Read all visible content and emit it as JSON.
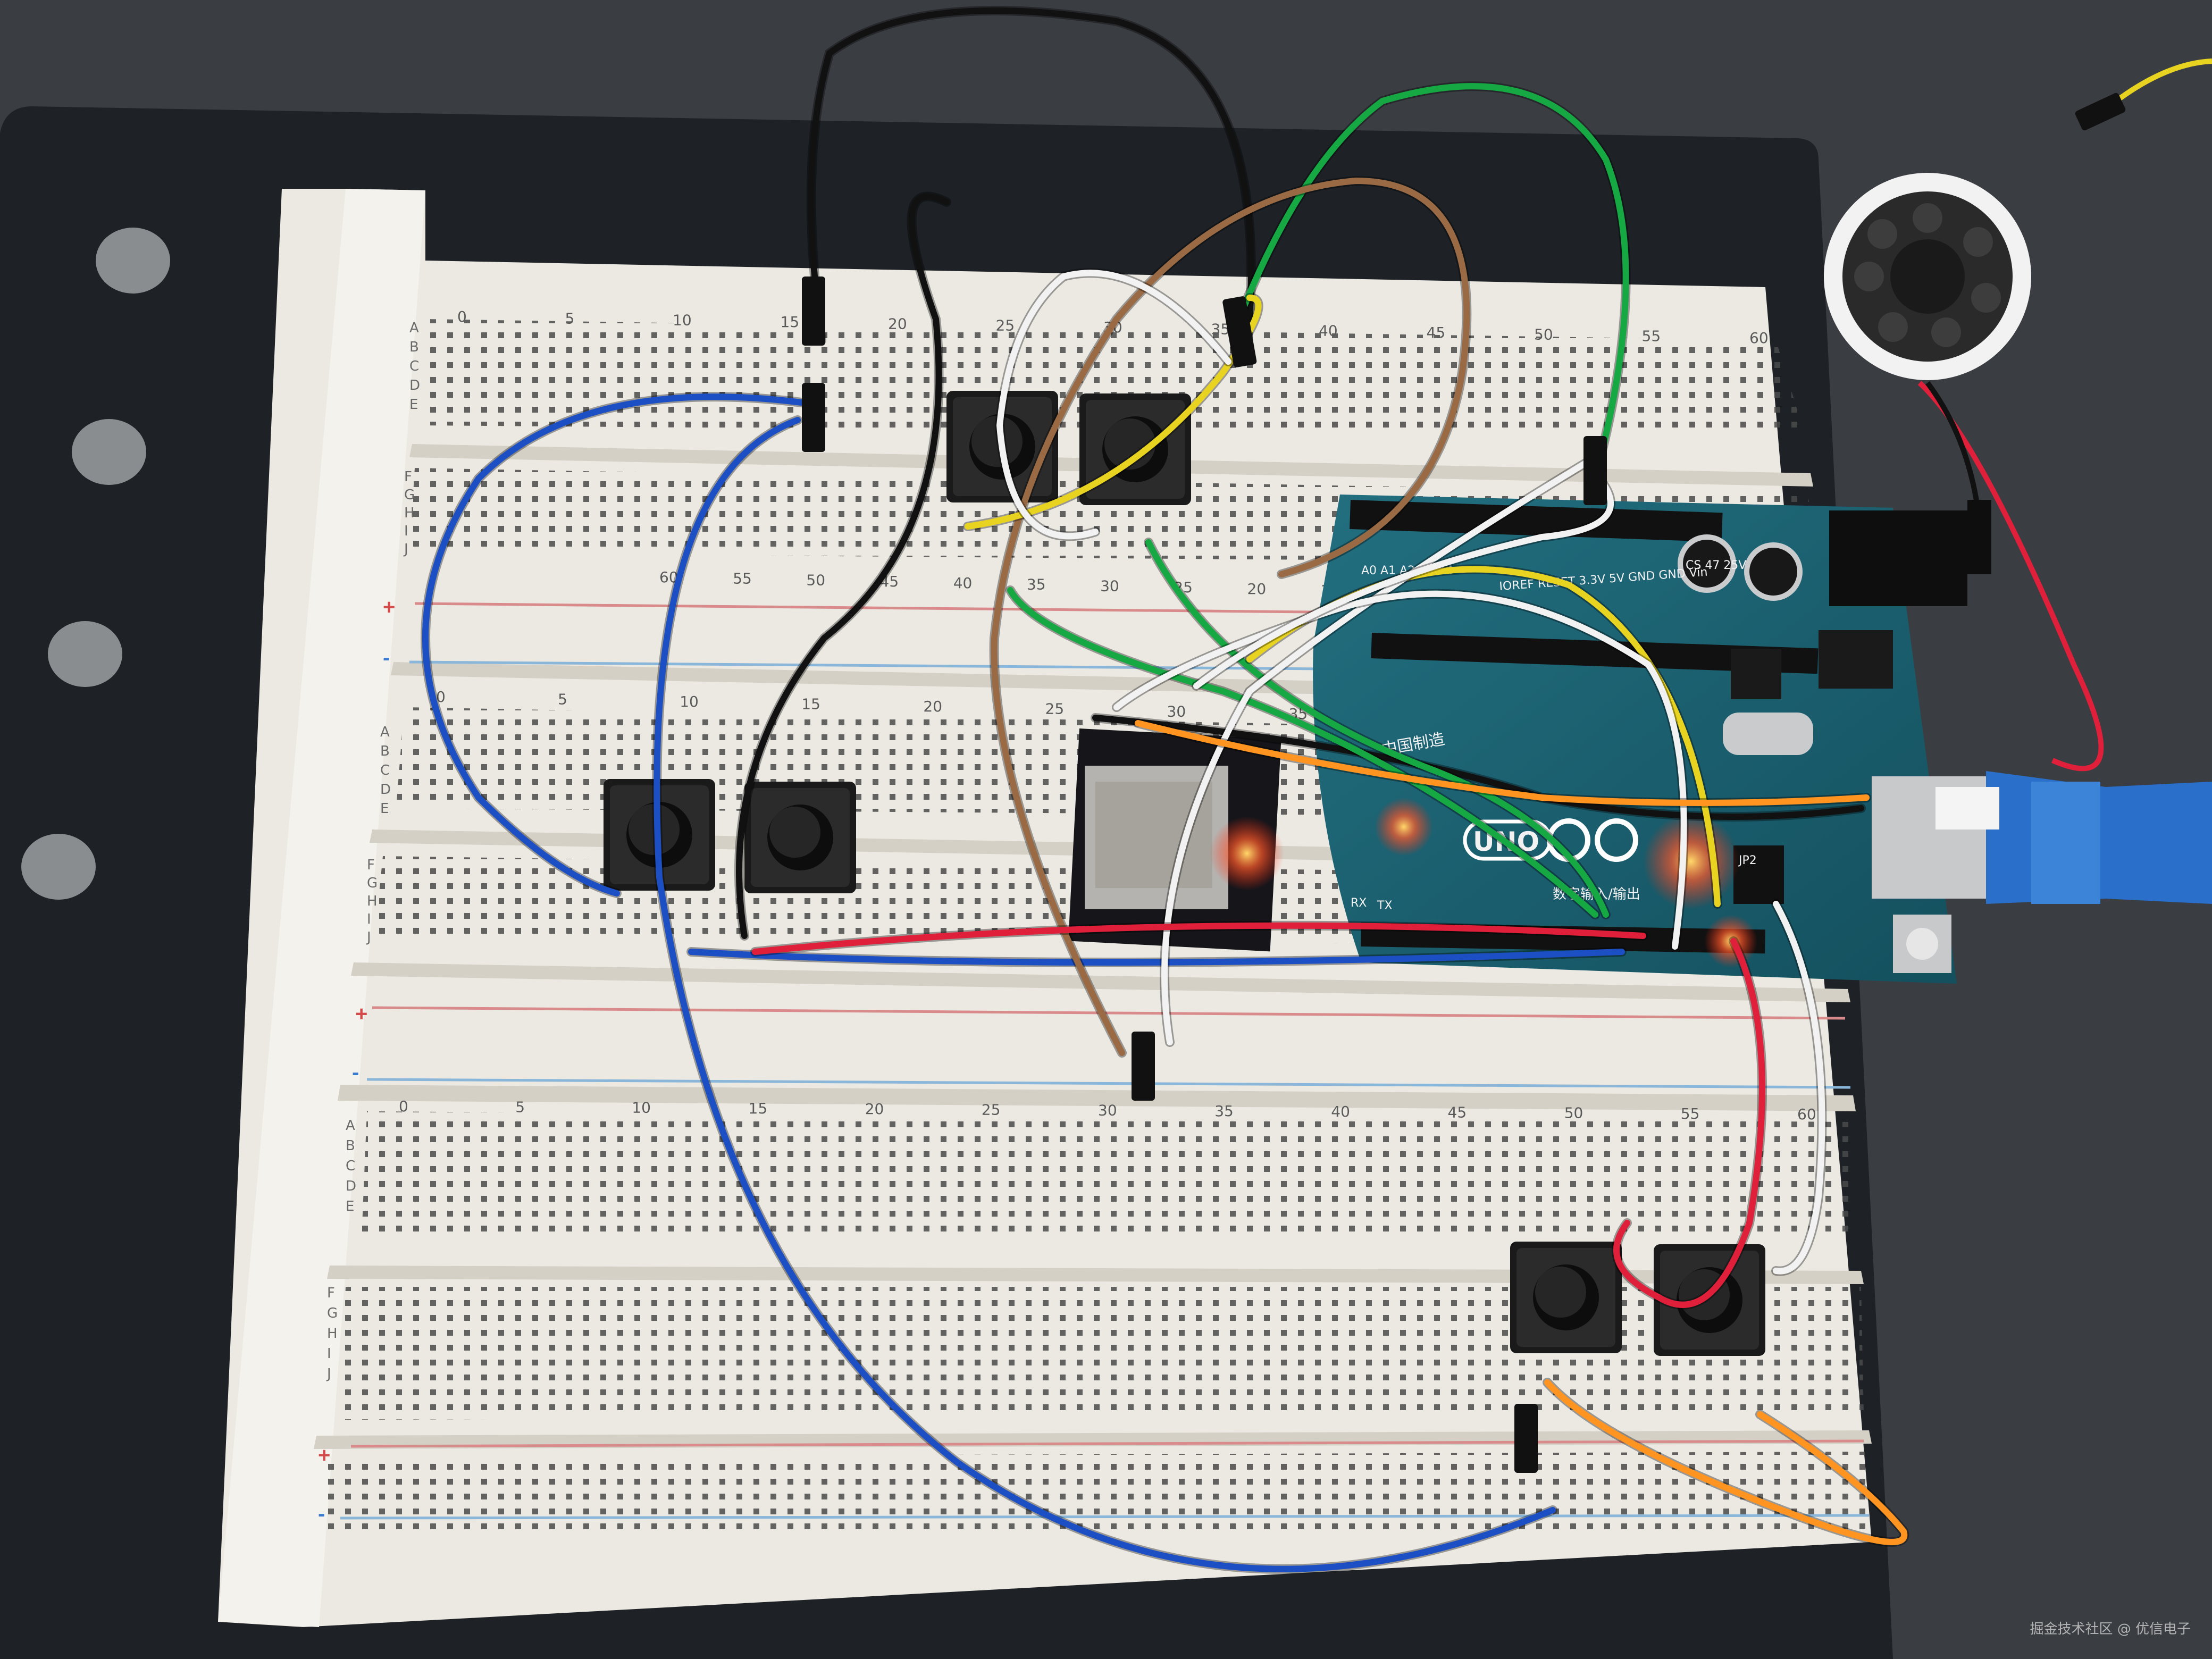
{
  "breadboard": {
    "top_column_labels": [
      "0",
      "5",
      "10",
      "15",
      "20",
      "25",
      "30",
      "35",
      "40",
      "45",
      "50",
      "55",
      "60"
    ],
    "mid_column_labels": [
      "60",
      "55",
      "50",
      "45",
      "40",
      "35",
      "30",
      "25",
      "20",
      "15",
      "10",
      "5"
    ],
    "row_labels_upper": [
      "A",
      "B",
      "C",
      "D",
      "E"
    ],
    "row_labels_lower": [
      "F",
      "G",
      "H",
      "I",
      "J"
    ],
    "rail_plus": "+",
    "rail_minus": "-"
  },
  "arduino": {
    "logo_text": "UNO",
    "made_in": "中国制造",
    "pin_label_analog": "A0 A1 A2 A3 A4",
    "pin_label_power": "IOREF RESET 3.3V 5V GND GND Vin",
    "board_text_jp": "JP2",
    "board_text_tx": "TX",
    "board_text_rx": "RX",
    "board_text_digital": "数字输入/输出",
    "capacitor_text": "CS 47 25V"
  },
  "watermark": "掘金技术社区 @ 优信电子",
  "colors": {
    "board_bg": "#1e2226",
    "breadboard": "#ece9e2",
    "arduino_pcb": "#1d6a7a",
    "wire_blue": "#1d4fc4",
    "wire_black": "#111111",
    "wire_green": "#15a843",
    "wire_brown": "#9a6a44",
    "wire_yellow": "#e8d420",
    "wire_white": "#f2f2f2",
    "wire_red": "#e0203a",
    "wire_orange": "#ff9420"
  }
}
